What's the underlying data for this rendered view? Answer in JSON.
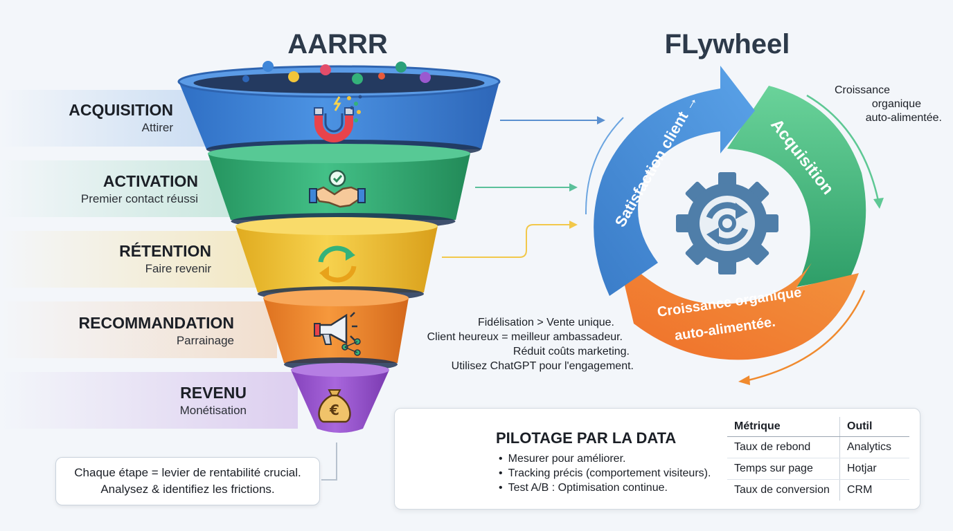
{
  "titles": {
    "funnel": "AARRR",
    "flywheel": "FLywheel"
  },
  "colors": {
    "acquisition": "#3f86d8",
    "activation": "#34b27a",
    "retention": "#f2c53a",
    "recommendation": "#f08a2e",
    "revenue": "#9b59d0"
  },
  "funnel": {
    "stages": [
      {
        "title": "ACQUISITION",
        "subtitle": "Attirer",
        "icon": "magnet-icon"
      },
      {
        "title": "ACTIVATION",
        "subtitle": "Premier contact réussi",
        "icon": "handshake-check-icon"
      },
      {
        "title": "RÉTENTION",
        "subtitle": "Faire revenir",
        "icon": "refresh-cycle-icon"
      },
      {
        "title": "RECOMMANDATION",
        "subtitle": "Parrainage",
        "icon": "megaphone-share-icon"
      },
      {
        "title": "REVENU",
        "subtitle": "Monétisation",
        "icon": "money-bag-euro-icon"
      }
    ],
    "note": {
      "line1": "Chaque étape = levier de rentabilité crucial.",
      "line2": "Analysez & identifiez les frictions."
    }
  },
  "flywheel": {
    "segments": {
      "satisfaction": "Satisfaction client →",
      "acquisition": "Acquisition",
      "growth_line1": "Croissance organique",
      "growth_line2": "auto-alimentée."
    },
    "corner_note": {
      "line1": "Croissance",
      "line2": "organique",
      "line3": "auto-alimentée."
    },
    "notes": [
      "Fidélisation > Vente unique.",
      "Client heureux = meilleur ambassadeur.",
      "Réduit coûts marketing.",
      "Utilisez ChatGPT pour l'engagement."
    ]
  },
  "data_section": {
    "title": "PILOTAGE PAR LA DATA",
    "bullets": [
      "Mesurer pour améliorer.",
      "Tracking précis (comportement visiteurs).",
      "Test A/B : Optimisation continue."
    ],
    "table": {
      "headers": [
        "Métrique",
        "Outil"
      ],
      "rows": [
        [
          "Taux de rebond",
          "Analytics"
        ],
        [
          "Temps sur page",
          "Hotjar"
        ],
        [
          "Taux de conversion",
          "CRM"
        ]
      ]
    }
  }
}
